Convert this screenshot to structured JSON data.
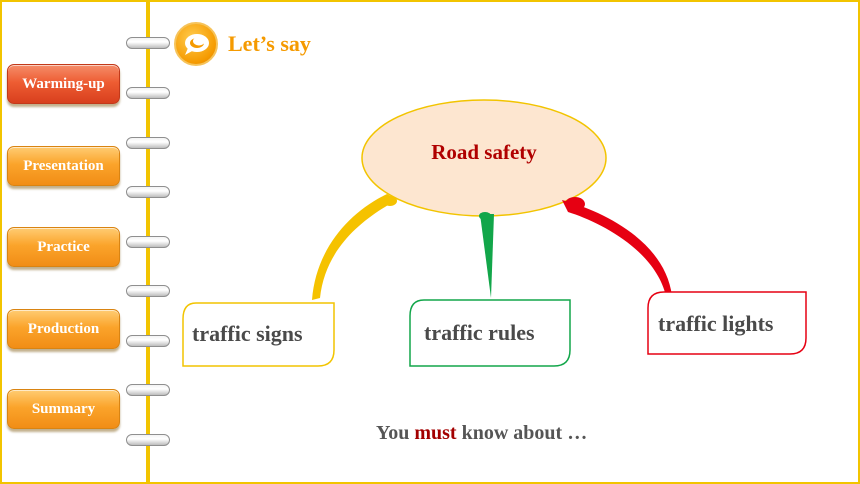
{
  "header": {
    "title": "Let’s say",
    "icon": "speech-bubble-icon"
  },
  "sidebar": {
    "items": [
      {
        "label": "Warming-up",
        "active": true
      },
      {
        "label": "Presentation",
        "active": false
      },
      {
        "label": "Practice",
        "active": false
      },
      {
        "label": "Production",
        "active": false
      },
      {
        "label": "Summary",
        "active": false
      }
    ]
  },
  "mindmap": {
    "center": "Road safety",
    "branches": [
      {
        "label": "traffic signs",
        "color": "#f2c400"
      },
      {
        "label": "traffic rules",
        "color": "#12a64a"
      },
      {
        "label": "traffic lights",
        "color": "#e60012"
      }
    ]
  },
  "footer": {
    "prefix": "You",
    "emphasis": "must",
    "suffix": "know about …"
  },
  "colors": {
    "accent": "#f2c400",
    "title": "#f59a00",
    "nav_active": "#ee5d33",
    "nav_normal": "#fba42b",
    "emphasis": "#a30000"
  }
}
